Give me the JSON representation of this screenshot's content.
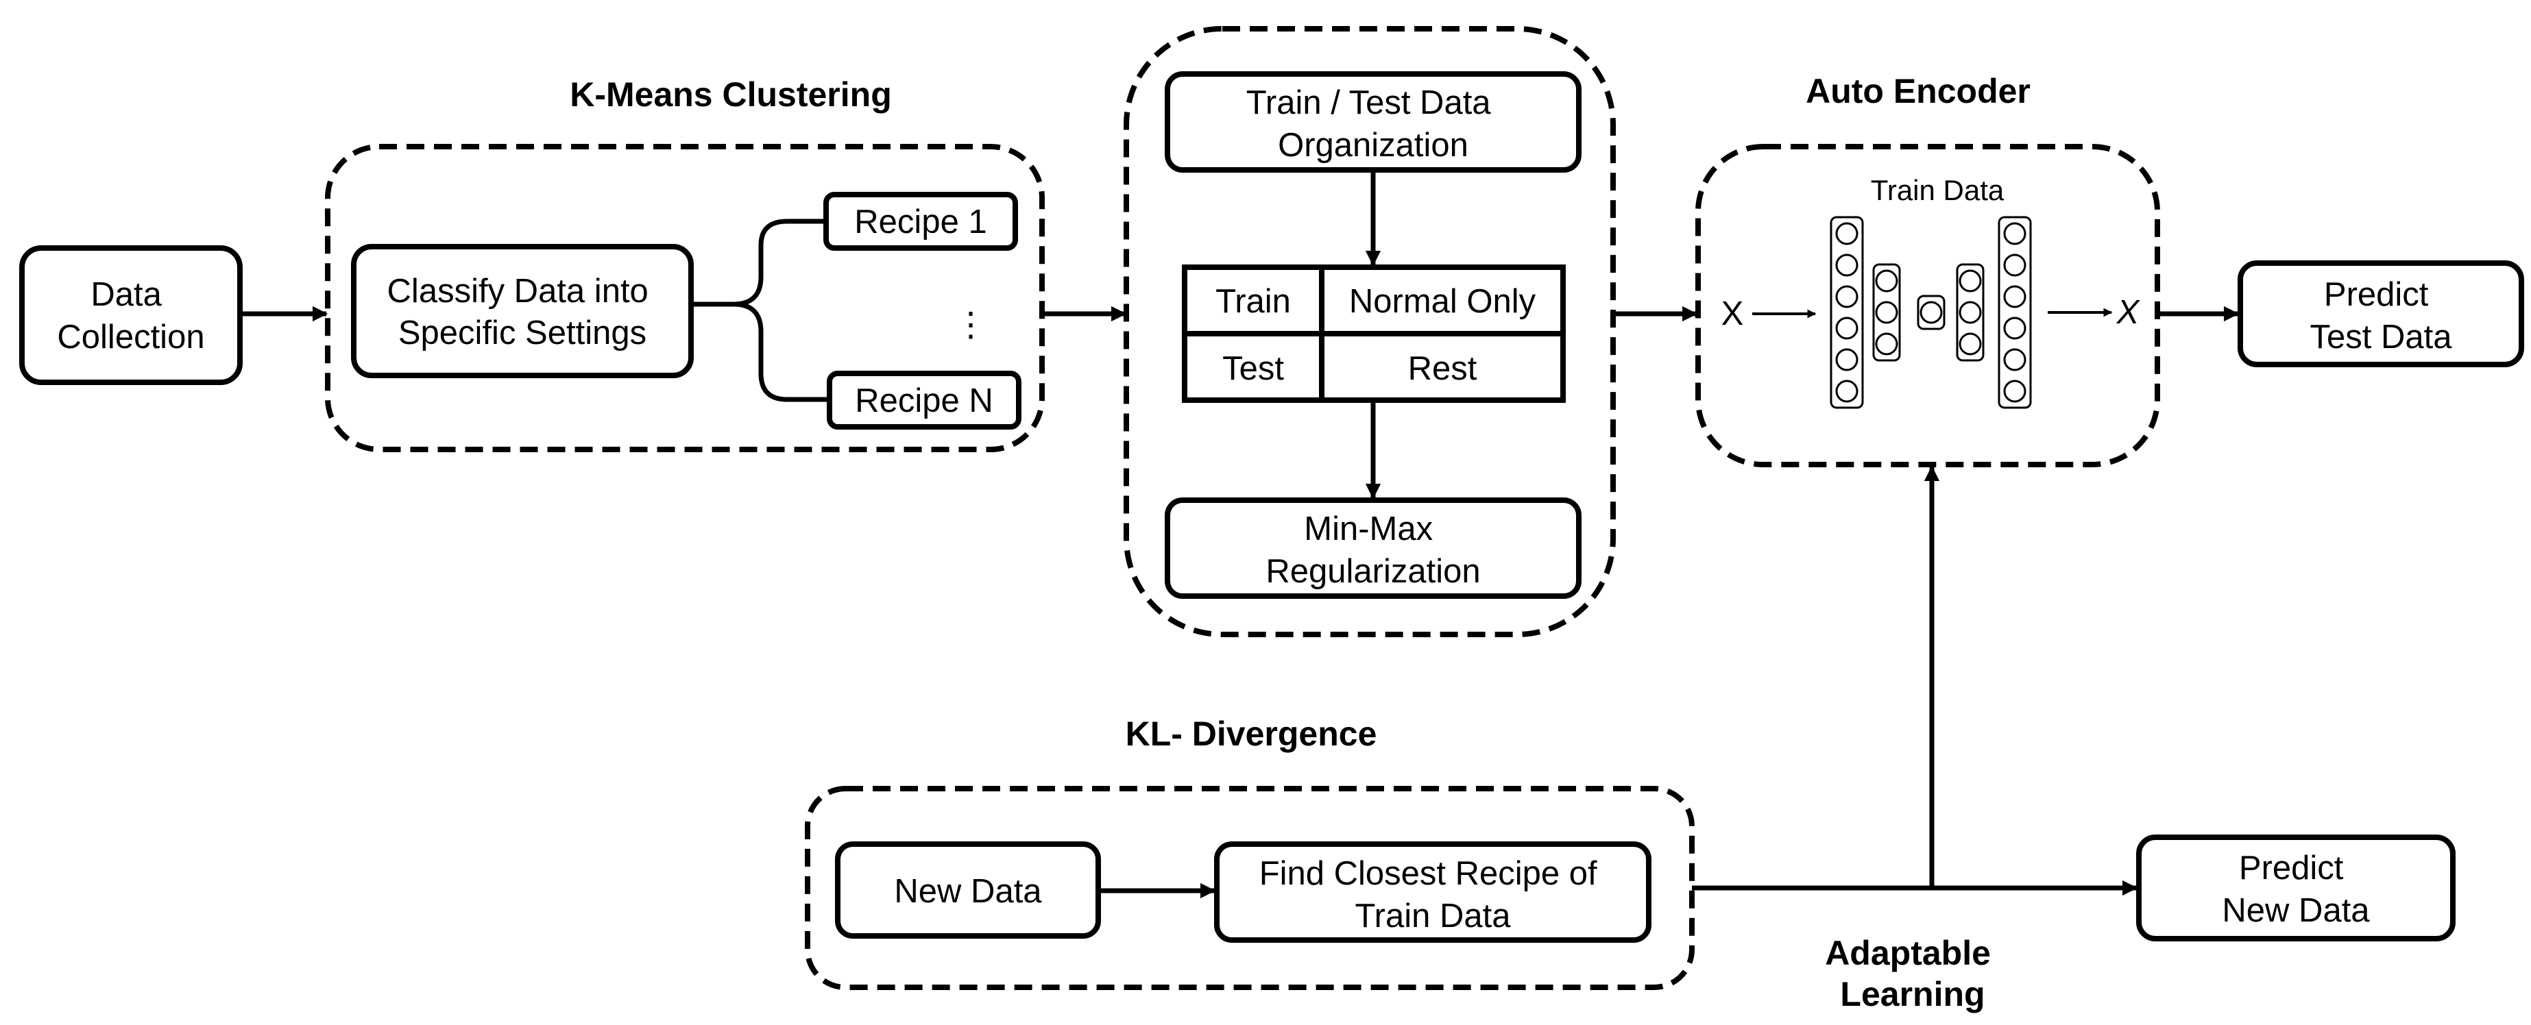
{
  "nodes": {
    "data_collection": [
      "Data",
      "Collection"
    ],
    "classify": [
      "Classify Data into",
      "Specific Settings"
    ],
    "recipe_1": "Recipe 1",
    "recipe_ellipsis": "⋮",
    "recipe_n": "Recipe N",
    "train_test_org": [
      "Train / Test Data",
      "Organization"
    ],
    "min_max": [
      "Min-Max",
      "Regularization"
    ],
    "train_data_caption": "Train Data",
    "input_x": "X",
    "output_x": "X",
    "predict_test": [
      "Predict",
      "Test Data"
    ],
    "new_data": "New Data",
    "find_closest": [
      "Find Closest Recipe of",
      "Train Data"
    ],
    "predict_new": [
      "Predict",
      "New Data"
    ]
  },
  "split_table": {
    "rows": [
      {
        "set": "Train",
        "content": "Normal Only"
      },
      {
        "set": "Test",
        "content": "Rest"
      }
    ]
  },
  "sections": {
    "kmeans": "K-Means Clustering",
    "autoencoder": "Auto Encoder",
    "kl": "KL- Divergence",
    "adaptable": [
      "Adaptable",
      "Learning"
    ]
  },
  "autoencoder_layers": [
    6,
    3,
    1,
    3,
    6
  ]
}
